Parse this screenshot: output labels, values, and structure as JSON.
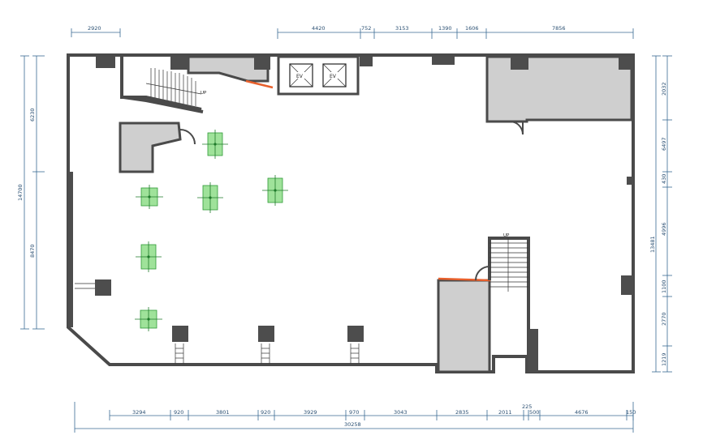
{
  "dimensions": {
    "top": [
      "2920",
      "4420",
      "752",
      "3153",
      "1390",
      "1606",
      "7856"
    ],
    "bottom": [
      "3294",
      "920",
      "3801",
      "920",
      "3929",
      "970",
      "3043",
      "2835",
      "2011",
      "225",
      "500",
      "4676",
      "150"
    ],
    "bottom_total": "30258",
    "left": [
      "14700",
      "6230",
      "8470"
    ],
    "right_total": "13481",
    "right": [
      "2032",
      "6497",
      "430",
      "4996",
      "1100",
      "2770",
      "1219"
    ]
  },
  "labels": {
    "ev_left": "EV",
    "ev_right": "EV",
    "stair_up_top": "UP",
    "stair_up_right": "UP"
  },
  "colors": {
    "wall": "#4a4a4a",
    "marker_fill": "#9fe29a",
    "accent_orange": "#e8602c",
    "dimension": "#2a4f72"
  }
}
